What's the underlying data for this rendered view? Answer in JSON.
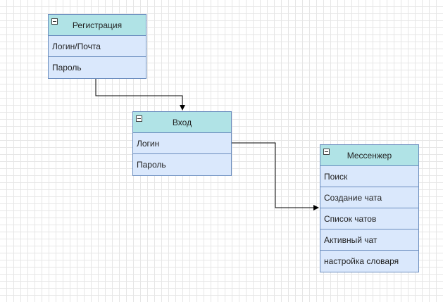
{
  "colors": {
    "header_fill": "#b0e3e6",
    "row_fill": "#dae8fc",
    "border": "#6c8ebf",
    "connector": "#000000",
    "grid": "#e6e6e6"
  },
  "icons": {
    "collapse": "minus-box-icon"
  },
  "entities": {
    "registration": {
      "title": "Регистрация",
      "rows": [
        "Логин/Почта",
        "Пароль"
      ]
    },
    "login": {
      "title": "Вход",
      "rows": [
        "Логин",
        "Пароль"
      ]
    },
    "messenger": {
      "title": "Мессенжер",
      "rows": [
        "Поиск",
        "Создание чата",
        "Список чатов",
        "Активный чат",
        "настройка словаря"
      ]
    }
  }
}
